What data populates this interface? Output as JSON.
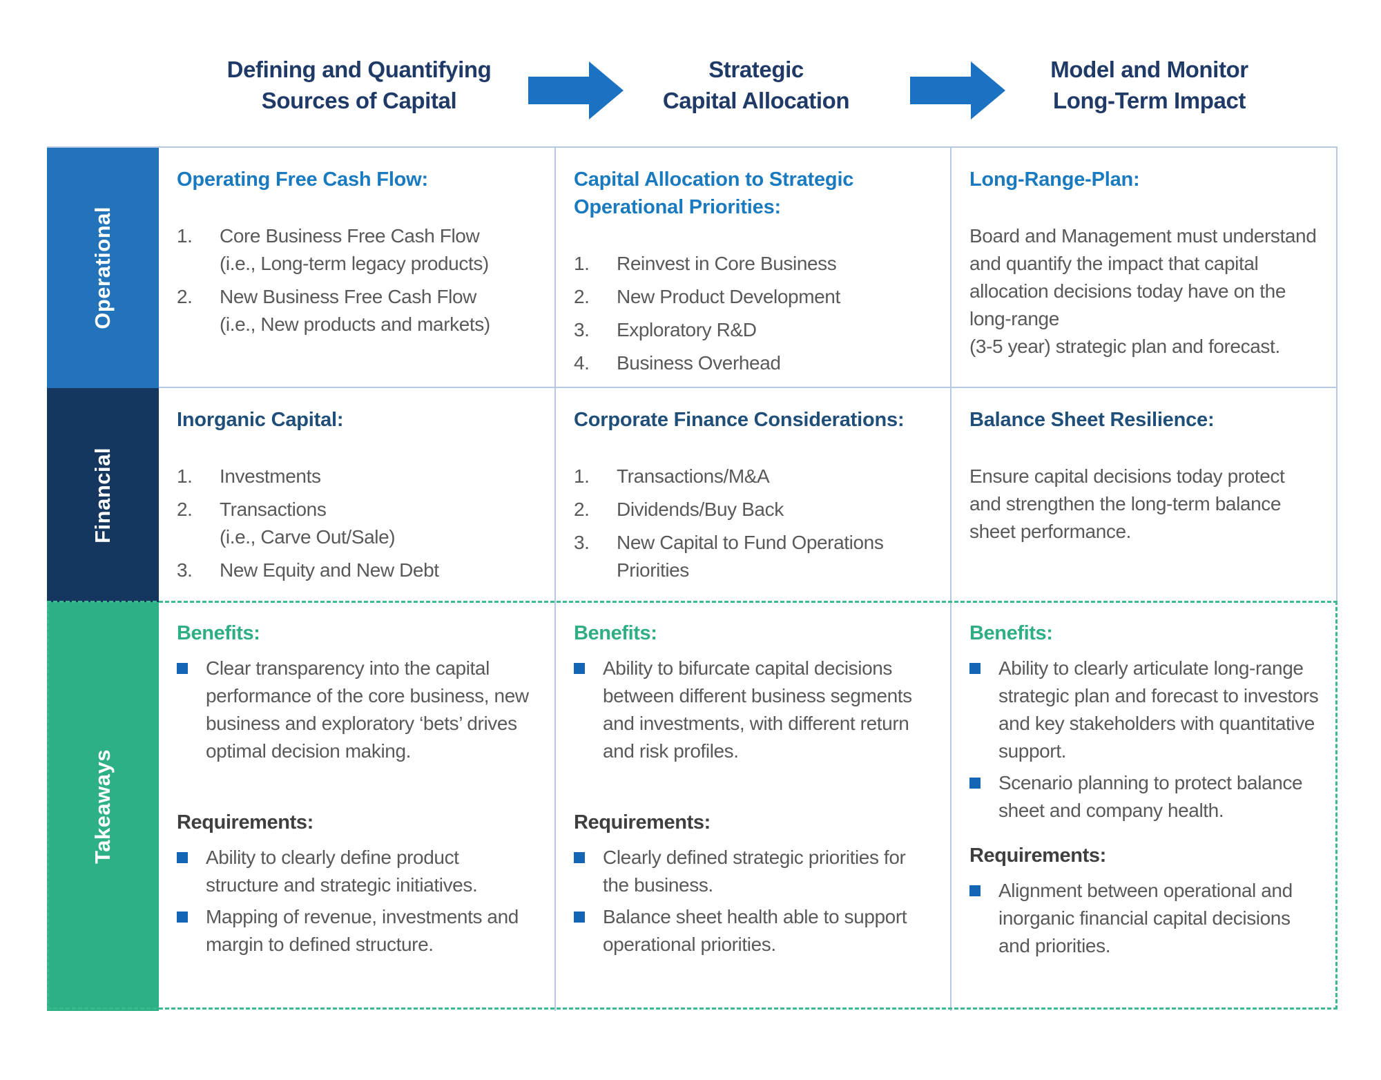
{
  "palette": {
    "header_text": "#203a67",
    "arrow": "#1b72c3",
    "border": "#b7c9e2",
    "row1_heading": "#1a7ac0",
    "row2_heading": "#1f4e79",
    "benefits_green": "#2fae82",
    "requirements_dark": "#3f3f3f",
    "body_gray": "#595959",
    "bullet_blue": "#1565b5",
    "operational_bg": "#2273b9",
    "financial_bg": "#15365f",
    "takeaways_bg": "#2eb086",
    "dashed_green": "#3bba8d"
  },
  "header": {
    "steps": [
      {
        "label": "Defining and Quantifying\nSources of Capital"
      },
      {
        "label": "Strategic\nCapital Allocation"
      },
      {
        "label": "Model and Monitor\nLong-Term Impact"
      }
    ]
  },
  "rows": [
    {
      "label": "Operational",
      "cells": [
        {
          "type": "numbered",
          "heading": "Operating Free Cash Flow:",
          "items": [
            "Core Business Free Cash Flow\n(i.e., Long-term legacy products)",
            "New Business Free Cash Flow\n(i.e., New products and markets)"
          ]
        },
        {
          "type": "numbered",
          "heading": "Capital Allocation to Strategic Operational Priorities:",
          "items": [
            "Reinvest in Core Business",
            "New Product Development",
            "Exploratory R&D",
            "Business Overhead"
          ]
        },
        {
          "type": "paragraph",
          "heading": "Long-Range-Plan:",
          "text": "Board and Management must understand and quantify the impact that capital allocation decisions today have on the long-range\n(3-5 year) strategic plan and forecast."
        }
      ]
    },
    {
      "label": "Financial",
      "cells": [
        {
          "type": "numbered",
          "heading": "Inorganic Capital:",
          "items": [
            "Investments",
            "Transactions\n(i.e., Carve Out/Sale)",
            "New Equity and New Debt"
          ]
        },
        {
          "type": "numbered",
          "heading": "Corporate Finance Considerations:",
          "items": [
            "Transactions/M&A",
            "Dividends/Buy Back",
            "New Capital to Fund Operations Priorities"
          ]
        },
        {
          "type": "paragraph",
          "heading": "Balance Sheet Resilience:",
          "text": "Ensure capital decisions today protect and strengthen the long-term balance sheet performance."
        }
      ]
    },
    {
      "label": "Takeaways",
      "cells": [
        {
          "type": "takeaways",
          "benefits_label": "Benefits:",
          "benefits": [
            "Clear transparency into the capital performance of the core business, new business and exploratory ‘bets’ drives optimal decision making."
          ],
          "requirements_label": "Requirements:",
          "requirements": [
            "Ability to clearly define product structure and strategic initiatives.",
            "Mapping of revenue, investments and margin to defined structure."
          ]
        },
        {
          "type": "takeaways",
          "benefits_label": "Benefits:",
          "benefits": [
            "Ability to bifurcate capital decisions between different business segments and investments, with different return and risk profiles."
          ],
          "requirements_label": "Requirements:",
          "requirements": [
            "Clearly defined strategic priorities for the business.",
            "Balance sheet health able to support operational priorities."
          ]
        },
        {
          "type": "takeaways",
          "tight": true,
          "benefits_label": "Benefits:",
          "benefits": [
            "Ability to clearly articulate long-range strategic plan and forecast to investors and key stakeholders with quantitative support.",
            "Scenario planning to protect balance sheet and company health."
          ],
          "requirements_label": "Requirements:",
          "requirements": [
            "Alignment between operational and inorganic financial capital decisions and priorities."
          ]
        }
      ]
    }
  ]
}
